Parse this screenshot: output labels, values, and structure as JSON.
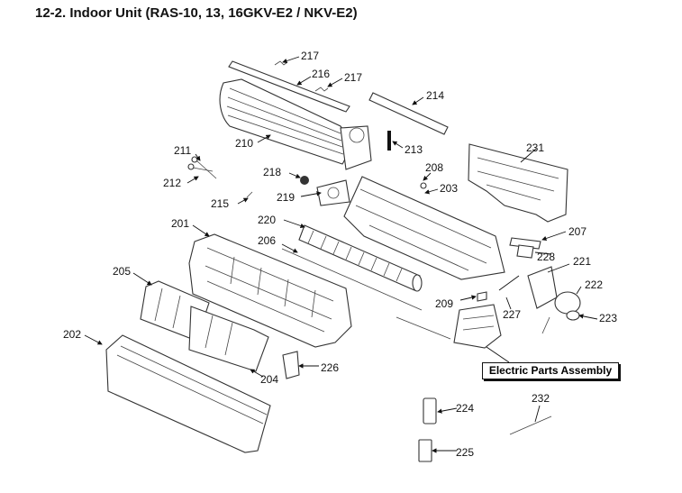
{
  "title": "12-2. Indoor Unit (RAS-10, 13, 16GKV-E2 / NKV-E2)",
  "assembly_label": "Electric Parts Assembly",
  "part_labels": {
    "p201": "201",
    "p202": "202",
    "p203": "203",
    "p204": "204",
    "p205": "205",
    "p206": "206",
    "p207": "207",
    "p208": "208",
    "p209": "209",
    "p210": "210",
    "p211": "211",
    "p212": "212",
    "p213": "213",
    "p214": "214",
    "p215": "215",
    "p216": "216",
    "p217a": "217",
    "p217b": "217",
    "p218": "218",
    "p219": "219",
    "p220": "220",
    "p221": "221",
    "p222": "222",
    "p223": "223",
    "p224": "224",
    "p225": "225",
    "p226": "226",
    "p227": "227",
    "p228": "228",
    "p231": "231",
    "p232": "232"
  }
}
